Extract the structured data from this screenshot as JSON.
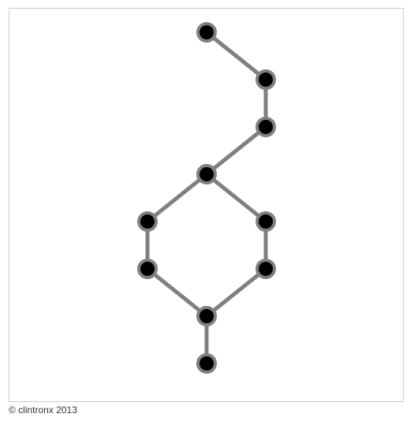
{
  "colors": {
    "edge": "#808080",
    "node_fill": "#000000",
    "node_stroke": "#808080",
    "frame_border": "#cccccc",
    "background": "#ffffff"
  },
  "graph": {
    "nodes": [
      {
        "id": "n1"
      },
      {
        "id": "n2"
      },
      {
        "id": "n3"
      },
      {
        "id": "n4"
      },
      {
        "id": "n5"
      },
      {
        "id": "n6"
      },
      {
        "id": "n7"
      },
      {
        "id": "n8"
      },
      {
        "id": "n9"
      },
      {
        "id": "n10"
      }
    ],
    "edges": [
      [
        "n1",
        "n2"
      ],
      [
        "n2",
        "n3"
      ],
      [
        "n3",
        "n4"
      ],
      [
        "n4",
        "n5"
      ],
      [
        "n4",
        "n6"
      ],
      [
        "n5",
        "n7"
      ],
      [
        "n6",
        "n8"
      ],
      [
        "n7",
        "n9"
      ],
      [
        "n8",
        "n9"
      ],
      [
        "n9",
        "n10"
      ]
    ]
  },
  "footer": {
    "credit": "© clintronx 2013"
  }
}
